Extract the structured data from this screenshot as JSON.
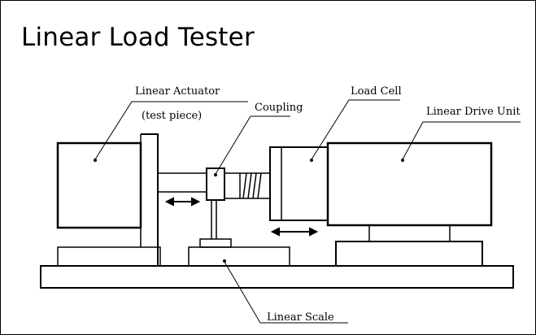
{
  "title": "Linear Load Tester",
  "labels": {
    "linear_actuator": "Linear Actuator",
    "test_piece": "(test piece)",
    "coupling": "Coupling",
    "load_cell": "Load Cell",
    "linear_drive_unit": "Linear Drive Unit",
    "linear_scale": "Linear Scale"
  },
  "colors": {
    "stroke": "#000000",
    "background": "#ffffff"
  }
}
